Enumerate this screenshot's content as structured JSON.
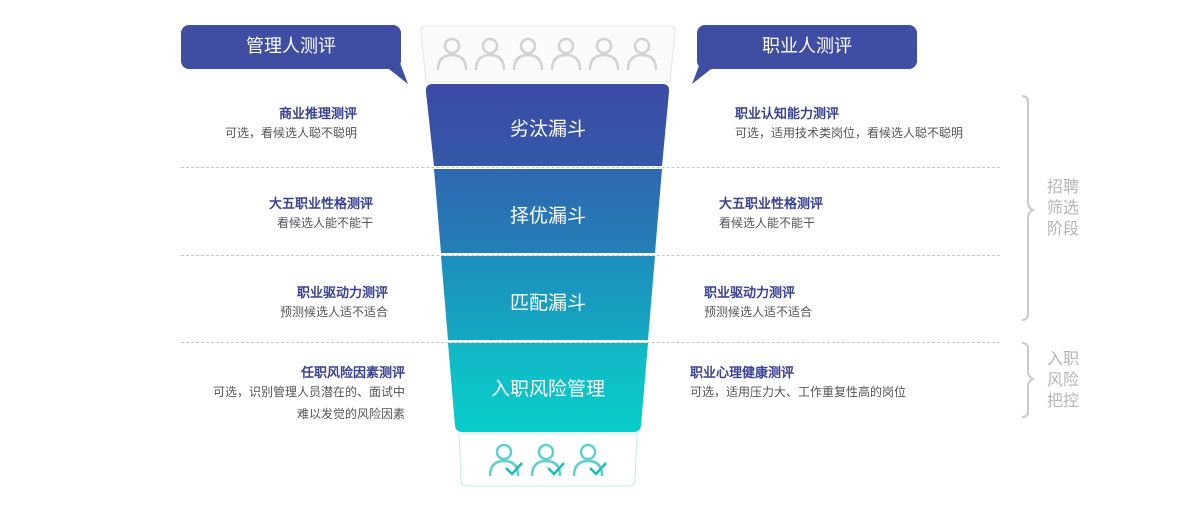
{
  "headers": {
    "left": "管理人测评",
    "right": "职业人测评"
  },
  "stages": [
    {
      "label": "劣汰漏斗"
    },
    {
      "label": "择优漏斗"
    },
    {
      "label": "匹配漏斗"
    },
    {
      "label": "入职风险管理"
    }
  ],
  "left_items": [
    {
      "title": "商业推理测评",
      "desc": "可选，看候选人聪不聪明"
    },
    {
      "title": "大五职业性格测评",
      "desc": "看候选人能不能干"
    },
    {
      "title": "职业驱动力测评",
      "desc": "预测候选人适不适合"
    },
    {
      "title": "任职风险因素测评",
      "desc_line1": "可选，识别管理人员潜在的、面试中",
      "desc_line2": "难以发觉的风险因素"
    }
  ],
  "right_items": [
    {
      "title": "职业认知能力测评",
      "desc": "可选，适用技术类岗位，看候选人聪不聪明"
    },
    {
      "title": "大五职业性格测评",
      "desc": "看候选人能不能干"
    },
    {
      "title": "职业驱动力测评",
      "desc": "预测候选人适不适合"
    },
    {
      "title": "职业心理健康测评",
      "desc": "可选，适用压力大、工作重复性高的岗位"
    }
  ],
  "phases": [
    {
      "line1": "招聘",
      "line2": "筛选",
      "line3": "阶段"
    },
    {
      "line1": "入职",
      "line2": "风险",
      "line3": "把控"
    }
  ],
  "icons": {
    "top": "person-outline-icon",
    "bottom": "person-check-icon",
    "top_count": 6,
    "bottom_count": 3
  },
  "colors": {
    "stage1": "#3a4fa6",
    "stage2": "#2a70b3",
    "stage3": "#1a98be",
    "stage4": "#0bc5c8",
    "accent": "#3f4ea3"
  }
}
